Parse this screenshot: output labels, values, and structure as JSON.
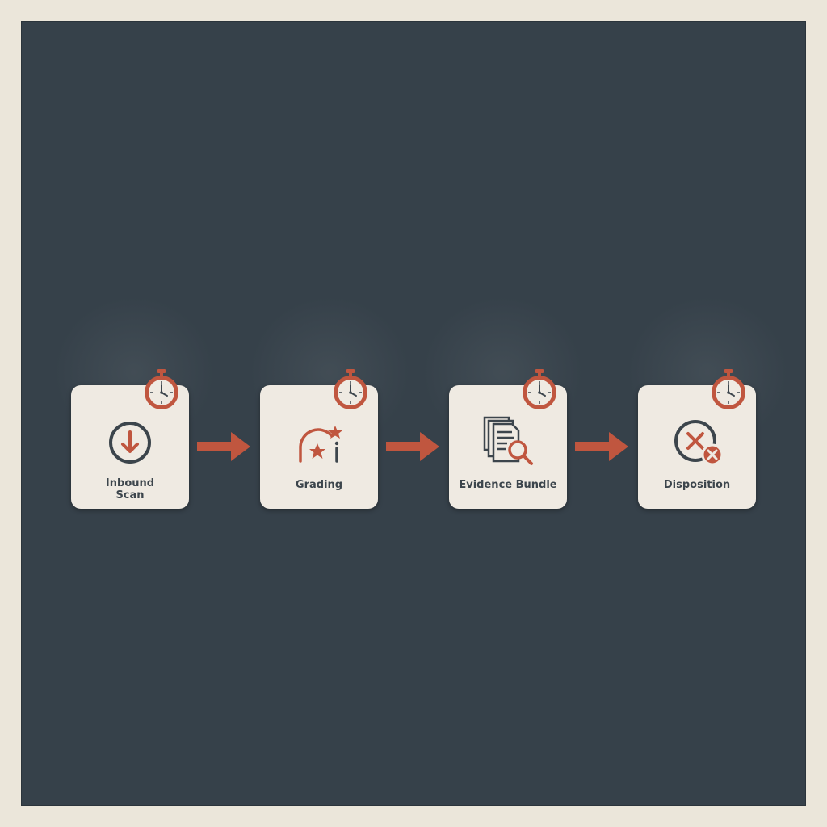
{
  "steps": [
    {
      "label": "Inbound Scan",
      "icon": "download-circle-icon"
    },
    {
      "label": "Grading",
      "icon": "rainbow-stars-icon"
    },
    {
      "label": "Evidence Bundle",
      "icon": "documents-magnifier-icon"
    },
    {
      "label": "Disposition",
      "icon": "x-circle-icon"
    }
  ],
  "colors": {
    "background": "#36414a",
    "border": "#ebe6da",
    "card": "#efeae2",
    "accent": "#c0563f",
    "icon_dark": "#3c454c"
  }
}
